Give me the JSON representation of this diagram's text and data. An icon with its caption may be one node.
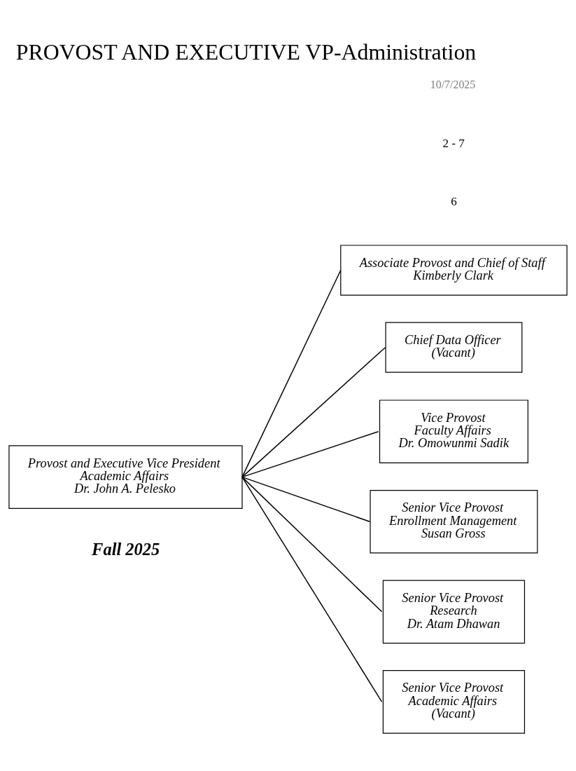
{
  "diagram": {
    "title": "PROVOST AND EXECUTIVE VP-Administration",
    "nodes": [
      {
        "text": [
          "Provost and Executive Vice President",
          "Academic Affairs",
          "Dr. John A. Pelesko"
        ]
      },
      {
        "text": [
          "Senior Vice Provost",
          "Academic Affairs",
          "(Vacant)"
        ]
      },
      {
        "text": [
          "Senior Vice Provost",
          "Research",
          "Dr. Atam Dhawan"
        ]
      },
      {
        "text": [
          "Senior Vice Provost",
          "Enrollment Management",
          "Susan Gross"
        ]
      },
      {
        "text": [
          "Vice Provost",
          "Faculty Affairs",
          "Dr. Omowunmi Sadik"
        ]
      },
      {
        "text": [
          "Chief Data Officer",
          "(Vacant)"
        ]
      },
      {
        "text": [
          "Associate Provost and Chief of Staff",
          "Kimberly Clark"
        ]
      }
    ],
    "edges": [
      {
        "from": 0,
        "to": 1,
        "arrow": "none"
      },
      {
        "from": 0,
        "to": 2,
        "arrow": "none"
      },
      {
        "from": 0,
        "to": 3,
        "arrow": "none"
      },
      {
        "from": 0,
        "to": 4,
        "arrow": "none"
      },
      {
        "from": 0,
        "to": 5,
        "arrow": "none"
      },
      {
        "from": 0,
        "to": 6,
        "arrow": "none"
      }
    ],
    "labels": [
      "Fall 2025",
      "2 - 7",
      "10/7/2025",
      "6"
    ]
  }
}
